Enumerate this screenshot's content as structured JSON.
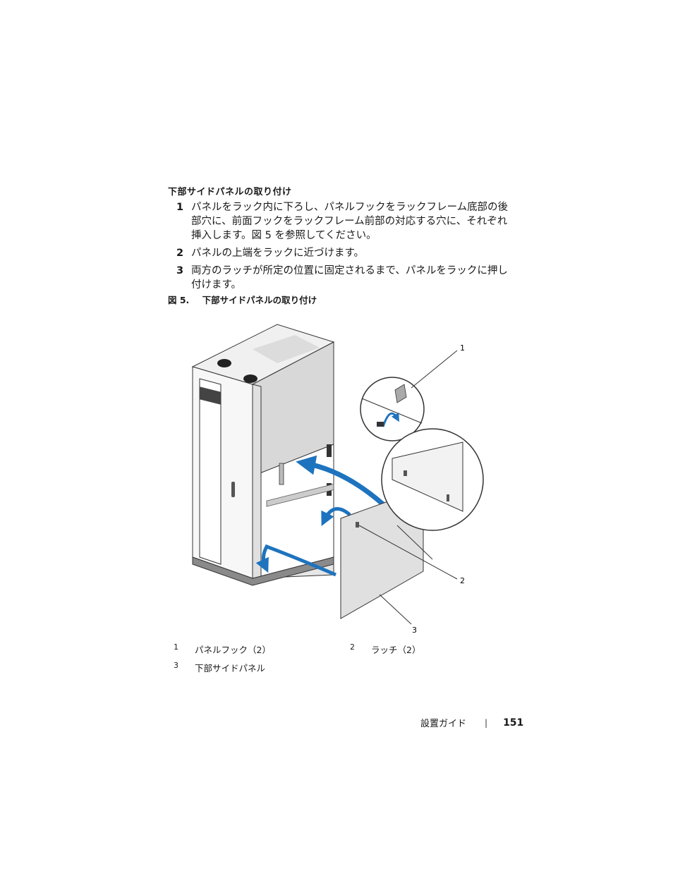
{
  "section": {
    "heading": "下部サイドパネルの取り付け",
    "steps": [
      {
        "num": "1",
        "text": "パネルをラック内に下ろし、パネルフックをラックフレーム底部の後部穴に、前面フックをラックフレーム前部の対応する穴に、それぞれ挿入します。図 5 を参照してください。"
      },
      {
        "num": "2",
        "text": "パネルの上端をラックに近づけます。"
      },
      {
        "num": "3",
        "text": "両方のラッチが所定の位置に固定されるまで、パネルをラックに押し付けます。"
      }
    ]
  },
  "figure": {
    "number": "図 5.",
    "caption": "下部サイドパネルの取り付け",
    "callouts": [
      "1",
      "2",
      "3"
    ],
    "arrow_color": "#1e73be"
  },
  "legend": [
    {
      "num": "1",
      "label": "パネルフック（2）"
    },
    {
      "num": "2",
      "label": "ラッチ（2）"
    },
    {
      "num": "3",
      "label": "下部サイドパネル"
    }
  ],
  "footer": {
    "title": "設置ガイド",
    "separator": "|",
    "page": "151"
  }
}
